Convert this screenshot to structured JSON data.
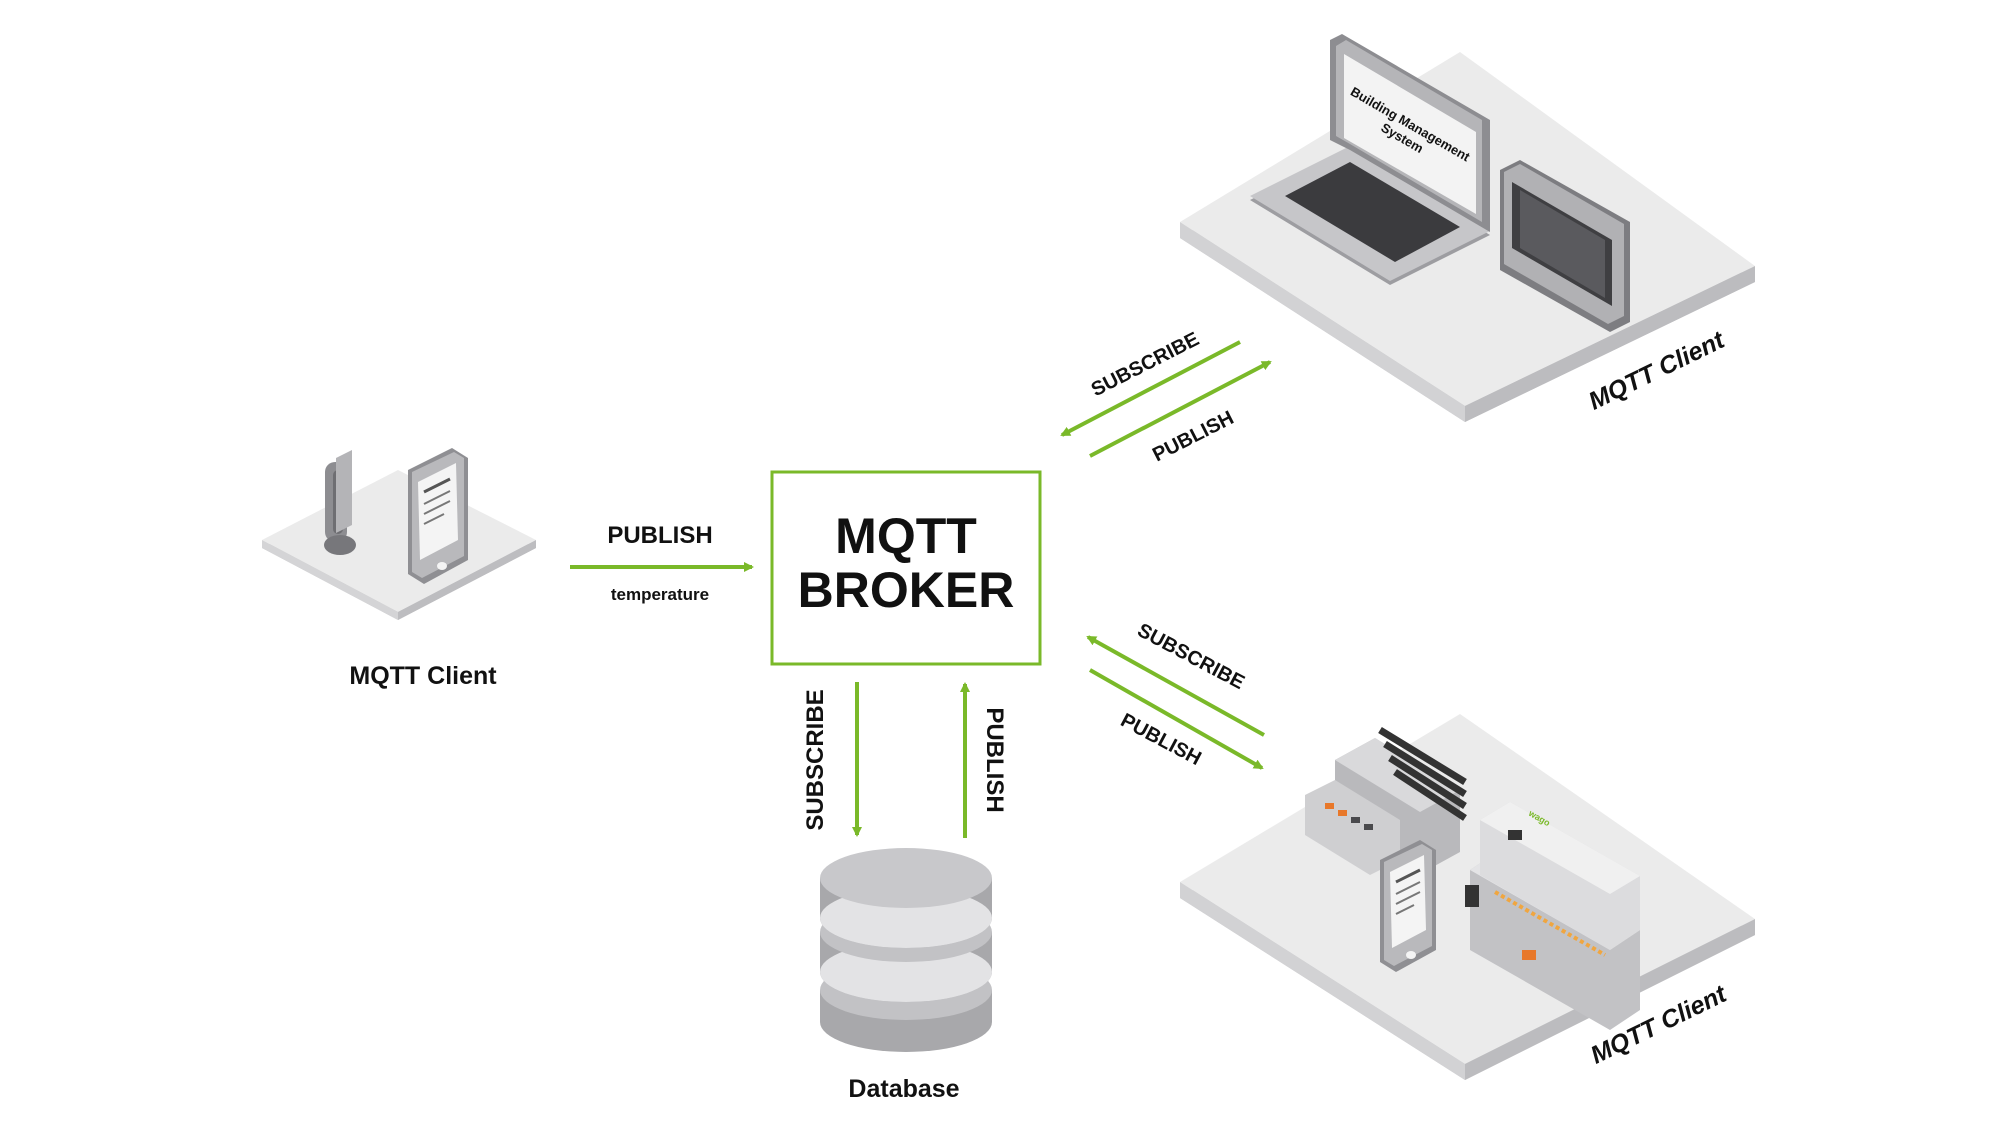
{
  "broker": {
    "line1": "MQTT",
    "line2": "BROKER"
  },
  "left_client": {
    "label": "MQTT Client",
    "publish_label": "PUBLISH",
    "topic_label": "temperature"
  },
  "top_client": {
    "label": "MQTT Client",
    "screen_text_1": "Building Management",
    "screen_text_2": "System",
    "subscribe_label": "SUBSCRIBE",
    "publish_label": "PUBLISH"
  },
  "bottom_client": {
    "label": "MQTT Client",
    "subscribe_label": "SUBSCRIBE",
    "publish_label": "PUBLISH"
  },
  "database": {
    "label": "Database",
    "subscribe_label": "SUBSCRIBE",
    "publish_label": "PUBLISH"
  },
  "colors": {
    "accent_green": "#7ab929",
    "platform_light": "#ebebeb",
    "platform_side": "#c9c9cb",
    "device_grey": "#a8a8ab"
  }
}
